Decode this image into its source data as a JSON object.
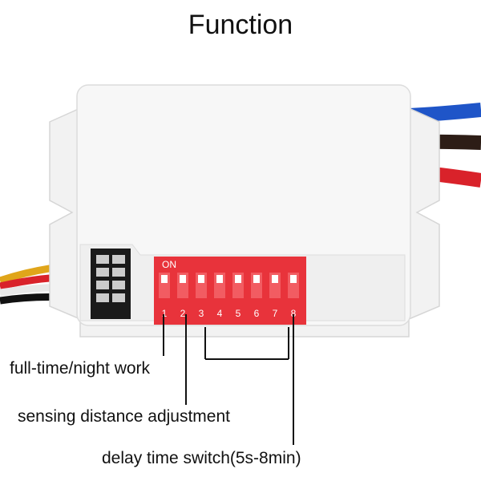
{
  "title": "Function",
  "switch_labels": {
    "on": "ON",
    "positions": [
      "1",
      "2",
      "3",
      "4",
      "5",
      "6",
      "7",
      "8"
    ]
  },
  "callouts": {
    "full_time": "full-time/night work",
    "sensing": "sensing distance adjustment",
    "delay": "delay time switch(5s-8min)"
  },
  "colors": {
    "housing": "#f7f7f7",
    "dip_switch": "#e8333b",
    "wire_blue": "#1f55c8",
    "wire_brown": "#2d1d16",
    "wire_red": "#d9222a",
    "wire_yellow": "#e0a51a",
    "wire_white": "#e8e8e8",
    "wire_black": "#111111"
  },
  "icons": {
    "dip_switch_bank": "dip-switch-icon",
    "terminal_block": "terminal-connector-icon"
  }
}
